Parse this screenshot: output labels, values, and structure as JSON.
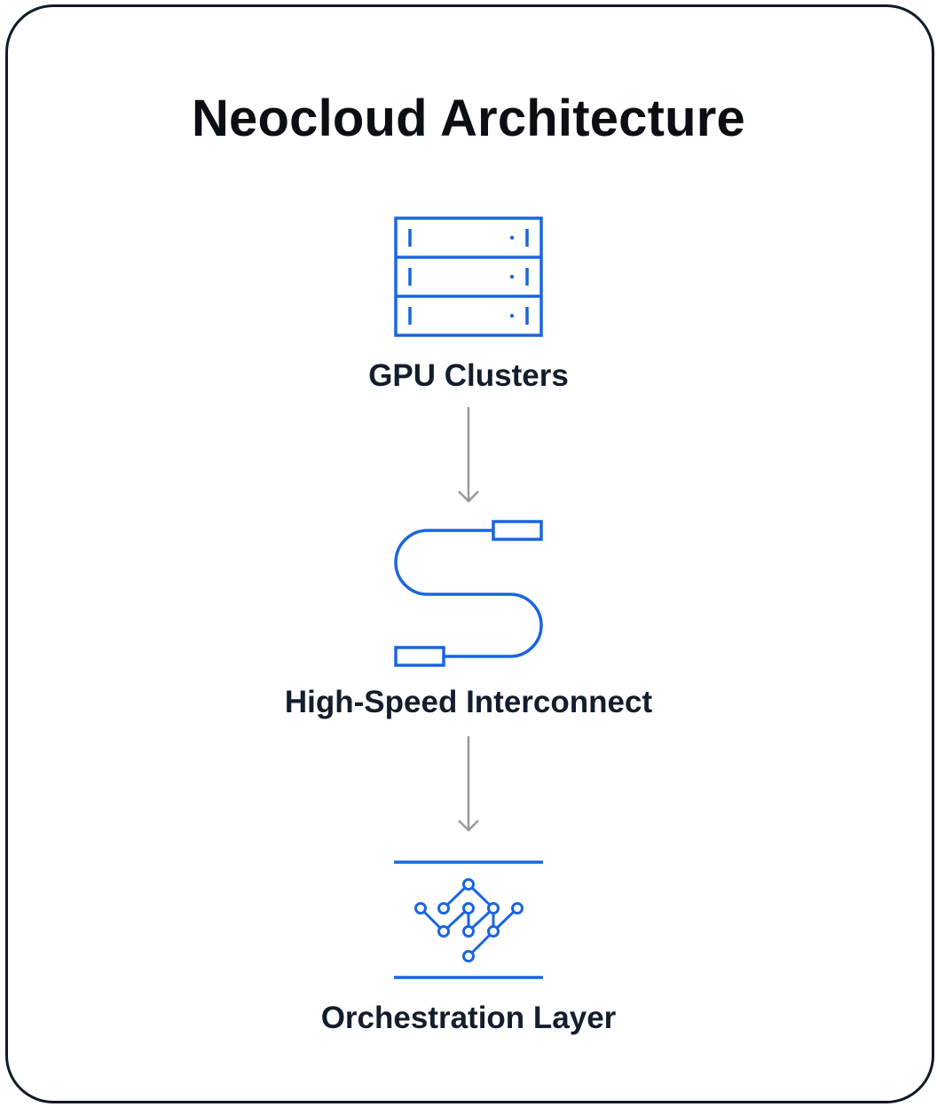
{
  "title": "Neocloud Architecture",
  "colors": {
    "accent": "#1a66e0",
    "arrow": "#9a9a9a",
    "text": "#141d2b",
    "border": "#111a27"
  },
  "nodes": [
    {
      "id": "gpu",
      "label": "GPU Clusters",
      "icon": "server-rack-icon"
    },
    {
      "id": "interconnect",
      "label": "High-Speed Interconnect",
      "icon": "cable-icon"
    },
    {
      "id": "orchestration",
      "label": "Orchestration Layer",
      "icon": "network-graph-icon"
    }
  ],
  "edges": [
    {
      "from": "gpu",
      "to": "interconnect"
    },
    {
      "from": "interconnect",
      "to": "orchestration"
    }
  ]
}
